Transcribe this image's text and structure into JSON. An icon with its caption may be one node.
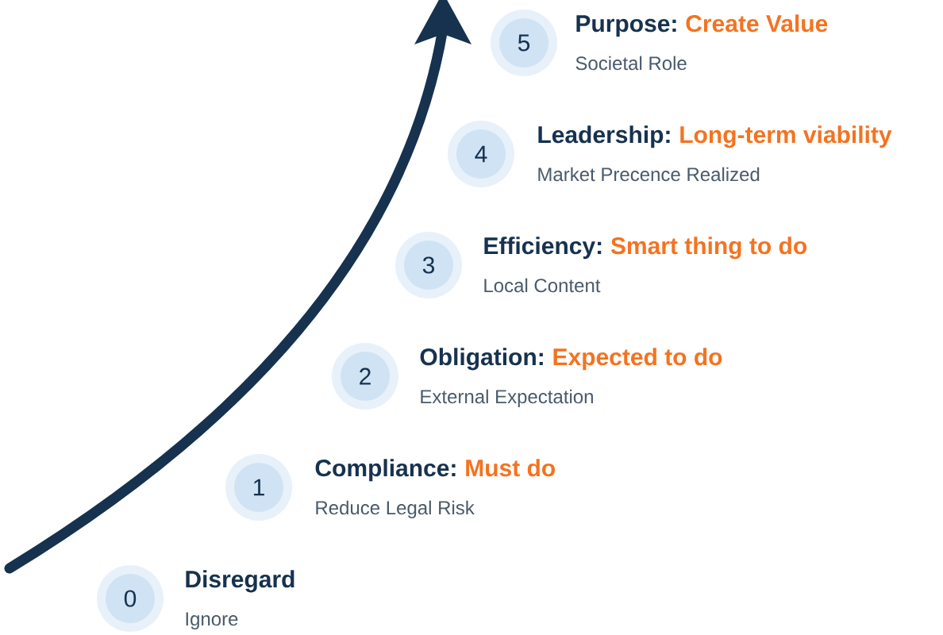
{
  "diagram": {
    "nodes": [
      {
        "text": [
          "0"
        ],
        "beside": [
          "Disregard",
          "Ignore"
        ]
      },
      {
        "text": [
          "1"
        ],
        "beside": [
          "Compliance:",
          "Must do",
          "Reduce Legal Risk"
        ]
      },
      {
        "text": [
          "2"
        ],
        "beside": [
          "Obligation:",
          "Expected to do",
          "External Expectation"
        ]
      },
      {
        "text": [
          "3"
        ],
        "beside": [
          "Efficiency:",
          "Smart thing to do",
          "Local Content"
        ]
      },
      {
        "text": [
          "4"
        ],
        "beside": [
          "Leadership:",
          "Long-term viability",
          "Market Precence Realized"
        ]
      },
      {
        "text": [
          "5"
        ],
        "beside": [
          "Purpose:",
          "Create Value",
          "Societal Role"
        ]
      }
    ]
  }
}
